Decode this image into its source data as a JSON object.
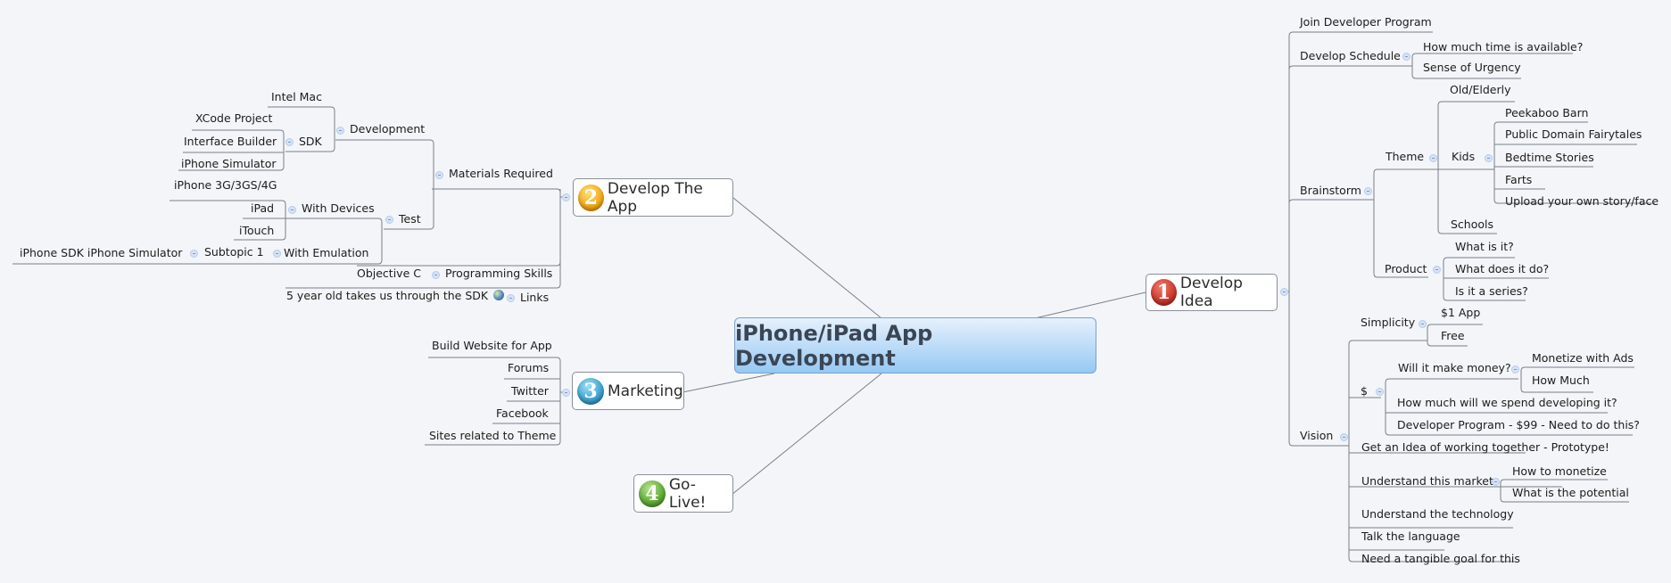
{
  "center": {
    "title": "iPhone/iPad App Development"
  },
  "colors": {
    "background": "#f3f5f9",
    "center_top": "#e6f1fc",
    "center_bottom": "#96c8f4",
    "line": "#7a7f88",
    "badge1": "#c9362a",
    "badge2": "#f1a614",
    "badge3": "#3a9fcf",
    "badge4": "#5da933"
  },
  "branches": {
    "develop_idea": {
      "badge": "1",
      "label": "Develop Idea",
      "children": {
        "join": "Join Developer Program",
        "schedule": {
          "label": "Develop Schedule",
          "items": [
            "How much time is available?",
            "Sense of Urgency"
          ]
        },
        "brainstorm": {
          "label": "Brainstorm",
          "theme": {
            "label": "Theme",
            "old": "Old/Elderly",
            "kids": {
              "label": "Kids",
              "items": [
                "Peekaboo Barn",
                "Public Domain Fairytales",
                "Bedtime Stories",
                "Farts",
                "Upload your own story/face"
              ]
            },
            "schools": "Schools"
          },
          "product": {
            "label": "Product",
            "items": [
              "What is it?",
              "What does it do?",
              "Is it a series?"
            ]
          }
        },
        "vision": {
          "label": "Vision",
          "simplicity": {
            "label": "Simplicity",
            "items": [
              "$1 App",
              "Free"
            ]
          },
          "dollar": {
            "label": "$",
            "money": {
              "label": "Will it make money?",
              "items": [
                "Monetize with Ads",
                "How Much"
              ]
            },
            "spend": "How much will we spend developing it?",
            "program": "Developer Program - $99 - Need to do this?"
          },
          "prototype": "Get an Idea of working together - Prototype!",
          "market": {
            "label": "Understand this market",
            "items": [
              "How to monetize",
              "What is the potential"
            ]
          },
          "technology": "Understand the technology",
          "language": "Talk the language",
          "goal": "Need a tangible goal for this"
        }
      }
    },
    "develop_app": {
      "badge": "2",
      "label": "Develop The App",
      "materials": {
        "label": "Materials Required",
        "development": {
          "label": "Development",
          "intel": "Intel Mac",
          "sdk": {
            "label": "SDK",
            "items": [
              "XCode Project",
              "Interface Builder",
              "iPhone Simulator"
            ]
          }
        },
        "test": {
          "label": "Test",
          "devices": {
            "label": "With Devices",
            "items": [
              "iPhone 3G/3GS/4G",
              "iPad",
              "iTouch"
            ]
          },
          "emulation": {
            "label": "With Emulation",
            "subtopic": "Subtopic 1",
            "leaf": "iPhone SDK iPhone Simulator"
          }
        }
      },
      "skills": {
        "label": "Programming Skills",
        "leaf": "Objective C"
      },
      "links": {
        "label": "Links",
        "leaf": "5 year old takes us through the SDK"
      }
    },
    "marketing": {
      "badge": "3",
      "label": "Marketing",
      "items": [
        "Build Website for App",
        "Forums",
        "Twitter",
        "Facebook",
        "Sites related to Theme"
      ]
    },
    "golive": {
      "badge": "4",
      "label": "Go-Live!"
    }
  }
}
